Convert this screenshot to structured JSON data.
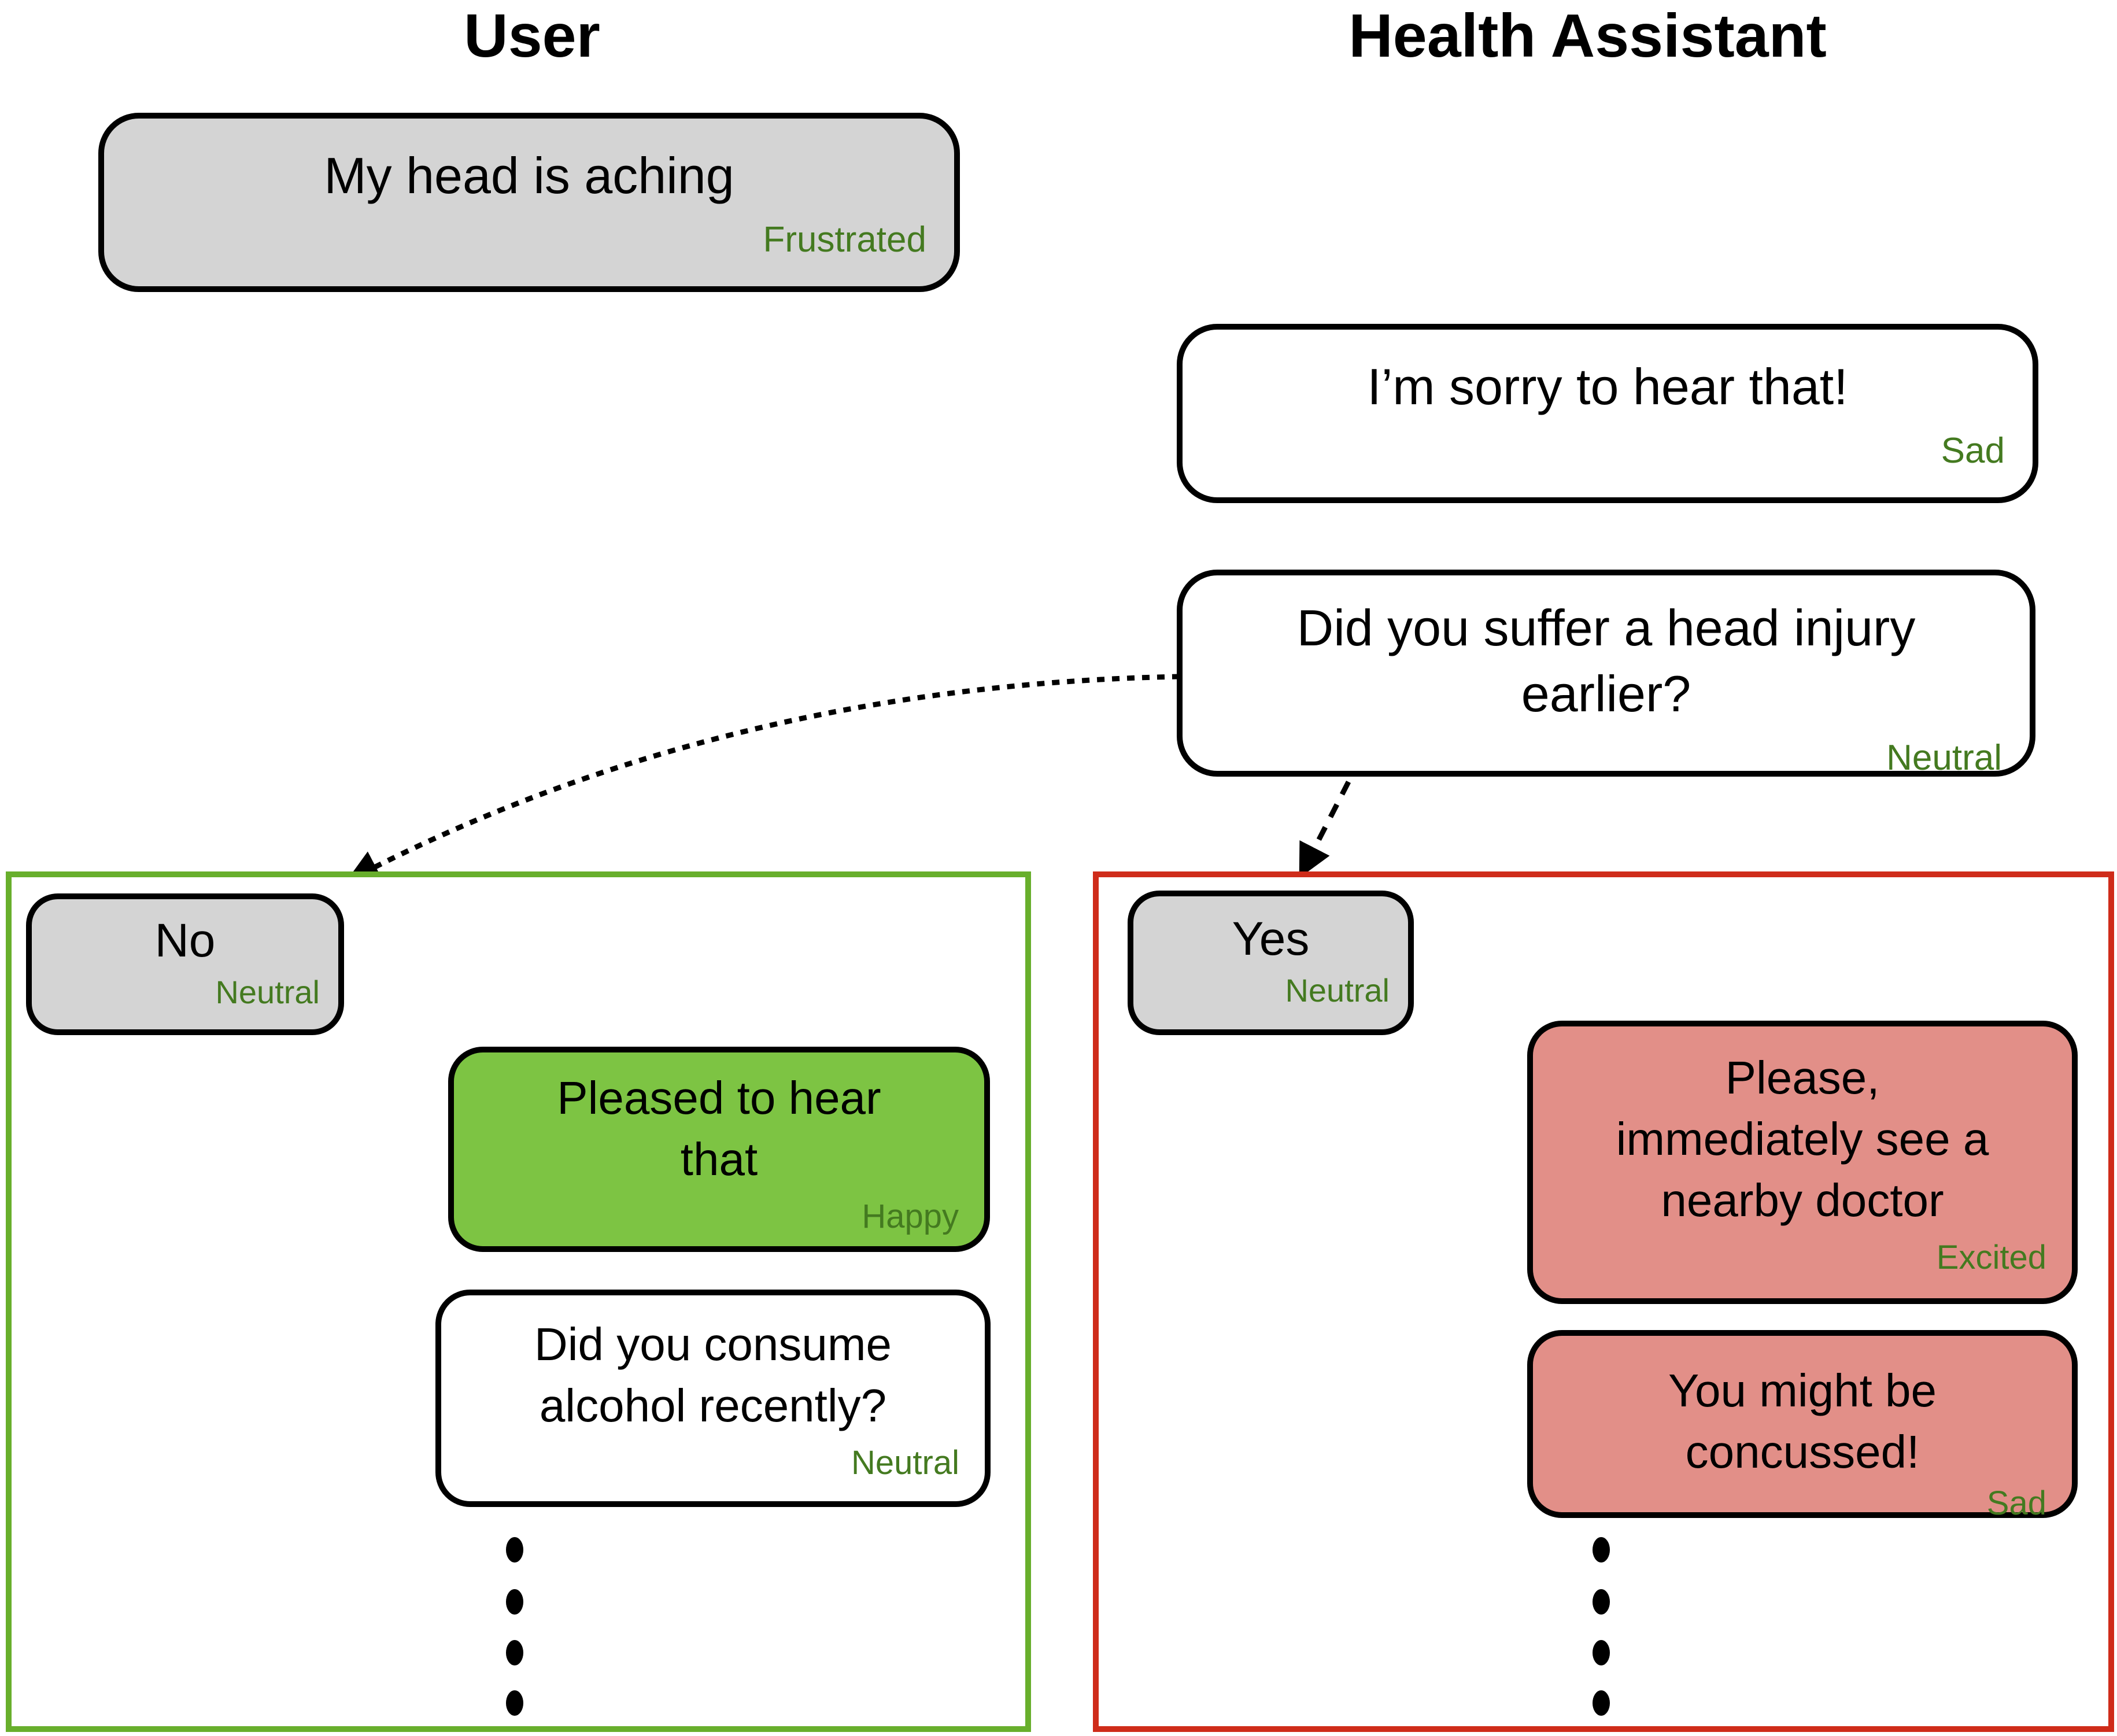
{
  "columns": {
    "user": {
      "title": "User"
    },
    "assistant": {
      "title": "Health Assistant"
    }
  },
  "bubbles": {
    "head_aching": {
      "speaker": "user",
      "lines": [
        "My head is aching"
      ],
      "emotion": "Frustrated"
    },
    "sorry": {
      "speaker": "assistant",
      "lines": [
        "I’m sorry to hear that!"
      ],
      "emotion": "Sad"
    },
    "head_injury": {
      "speaker": "assistant",
      "lines": [
        "Did you suffer a head injury",
        "earlier?"
      ],
      "emotion": "Neutral"
    },
    "no": {
      "speaker": "user",
      "lines": [
        "No"
      ],
      "emotion": "Neutral"
    },
    "yes": {
      "speaker": "user",
      "lines": [
        "Yes"
      ],
      "emotion": "Neutral"
    },
    "pleased": {
      "speaker": "assistant",
      "lines": [
        "Pleased to hear",
        "that"
      ],
      "emotion": "Happy"
    },
    "alcohol": {
      "speaker": "assistant",
      "lines": [
        "Did you consume",
        "alcohol recently?"
      ],
      "emotion": "Neutral"
    },
    "see_doctor": {
      "speaker": "assistant",
      "lines": [
        "Please,",
        "immediately see a",
        "nearby doctor"
      ],
      "emotion": "Excited"
    },
    "concussed": {
      "speaker": "assistant",
      "lines": [
        "You might be",
        "concussed!"
      ],
      "emotion": "Sad"
    }
  },
  "colors": {
    "bubble_gray": "#d4d4d4",
    "bubble_green": "#7dc443",
    "bubble_salmon": "#e28f88",
    "emotion_text": "#447a20",
    "no_branch_border": "#68af2c",
    "yes_branch_border": "#cf2c1a",
    "outline": "#000000"
  }
}
